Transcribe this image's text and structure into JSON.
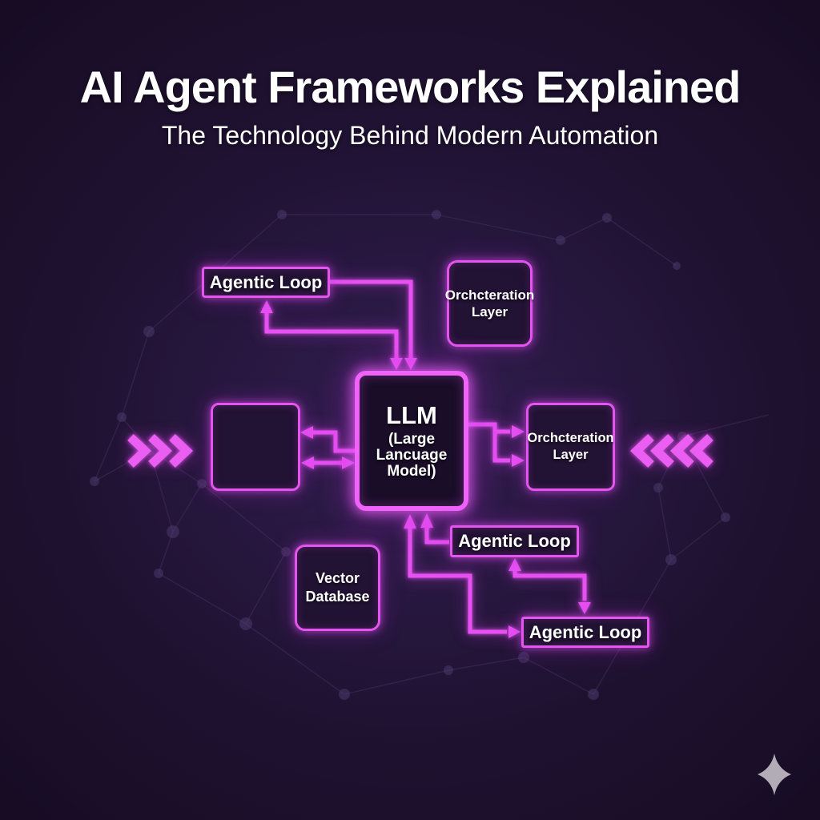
{
  "header": {
    "title": "AI Agent Frameworks Explained",
    "subtitle": "The Technology Behind Modern Automation"
  },
  "diagram": {
    "nodes": {
      "agentic_loop_top": {
        "label": "Agentic Loop"
      },
      "orchestration_top_right": {
        "line1": "Orchcteration",
        "line2": "Layer"
      },
      "llm_center": {
        "heading": "LLM",
        "line1": "(Large",
        "line2": "Lancuage",
        "line3": "Model)"
      },
      "blank_left": {
        "label": ""
      },
      "orchestration_right": {
        "line1": "Orchcteration",
        "line2": "Layer"
      },
      "vector_database": {
        "line1": "Vector",
        "line2": "Database"
      },
      "agentic_loop_middle": {
        "label": "Agentic Loop"
      },
      "agentic_loop_bottom": {
        "label": "Agentic Loop"
      }
    },
    "icons": {
      "left_chevrons": "triple-chevron-right",
      "right_chevrons": "quad-chevron-left",
      "sparkle": "four-point-star"
    },
    "colors": {
      "accent": "#E750F2",
      "accent_bright": "#F062FA",
      "box_fill": "#211232",
      "background_center": "#261640",
      "background_edge": "#120818",
      "text": "#FFFFFF",
      "mesh": "#4A3666",
      "sparkle": "#B2ACB6"
    }
  }
}
